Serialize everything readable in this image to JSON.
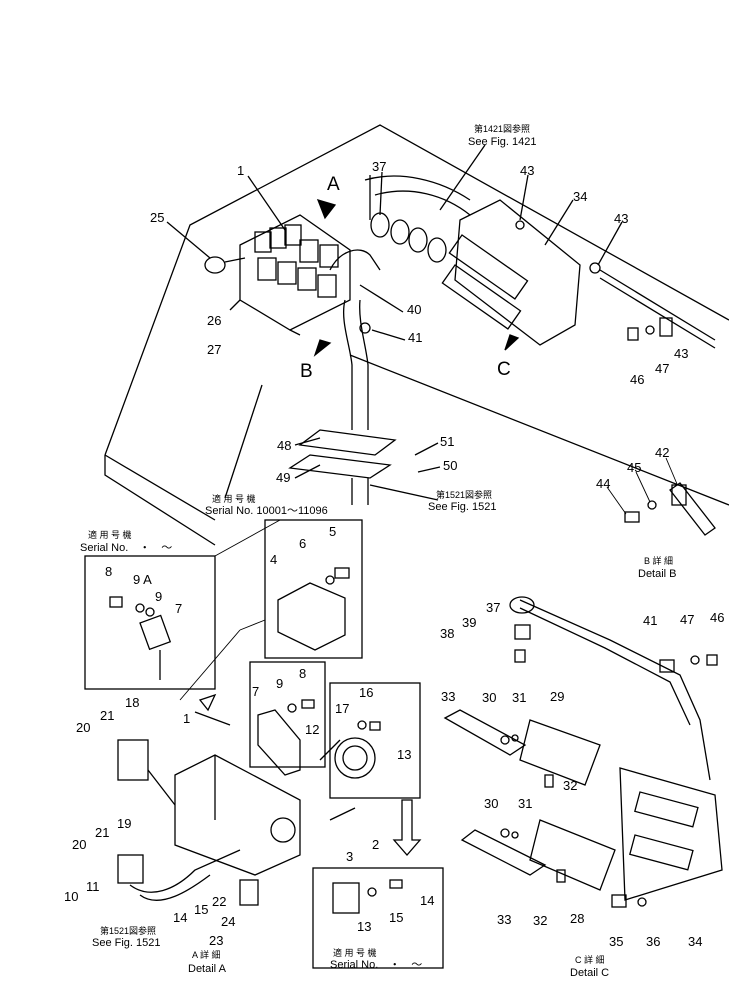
{
  "refs": {
    "main_fig1421_jp": "第1421図参照",
    "main_fig1421_en": "See Fig. 1421",
    "main_serial_jp": "適 用 号 機",
    "main_serial_en": "Serial No. 10001～11096",
    "main_fig1521_jp": "第1521図参照",
    "main_fig1521_en": "See Fig. 1521",
    "inset_serial_jp": "適 用 号 機",
    "inset_serial_en": "Serial No.　・　～",
    "detailA_fig1521_jp": "第1521図参照",
    "detailA_fig1521_en": "See Fig. 1521",
    "bottom_serial_jp": "適 用 号 機",
    "bottom_serial_en": "Serial No.　・　～"
  },
  "details": {
    "A_jp": "A 詳 細",
    "A_en": "Detail A",
    "B_jp": "B 詳 細",
    "B_en": "Detail B",
    "C_jp": "C 詳 細",
    "C_en": "Detail C"
  },
  "views": {
    "A": "A",
    "B": "B",
    "C": "C"
  },
  "callouts": {
    "c1": "1",
    "c25": "25",
    "c37": "37",
    "c43a": "43",
    "c34": "34",
    "c43b": "43",
    "c40": "40",
    "c26": "26",
    "c27": "27",
    "c41": "41",
    "c43c": "43",
    "c46": "46",
    "c47": "47",
    "c48": "48",
    "c49": "49",
    "c51": "51",
    "c50": "50",
    "c42": "42",
    "c45": "45",
    "c44": "44",
    "c8a": "8",
    "c9A": "9 A",
    "c9a": "9",
    "c7a": "7",
    "c6": "6",
    "c5": "5",
    "c4": "4",
    "c37b": "37",
    "c39": "39",
    "c38": "38",
    "c41b": "41",
    "c47b": "47",
    "c46b": "46",
    "c18": "18",
    "c21a": "21",
    "c20a": "20",
    "c1b": "1",
    "c7b": "7",
    "c9b": "9",
    "c8b": "8",
    "c16": "16",
    "c17": "17",
    "c12": "12",
    "c13a": "13",
    "c3": "3",
    "c2": "2",
    "c33a": "33",
    "c30a": "30",
    "c31a": "31",
    "c29": "29",
    "c32a": "32",
    "c30b": "30",
    "c31b": "31",
    "c19": "19",
    "c21b": "21",
    "c20b": "20",
    "c11": "11",
    "c10": "10",
    "c14a": "14",
    "c15a": "15",
    "c22": "22",
    "c24": "24",
    "c23": "23",
    "c13b": "13",
    "c15b": "15",
    "c14b": "14",
    "c33b": "33",
    "c32b": "32",
    "c28": "28",
    "c35": "35",
    "c36": "36",
    "c34b": "34"
  }
}
